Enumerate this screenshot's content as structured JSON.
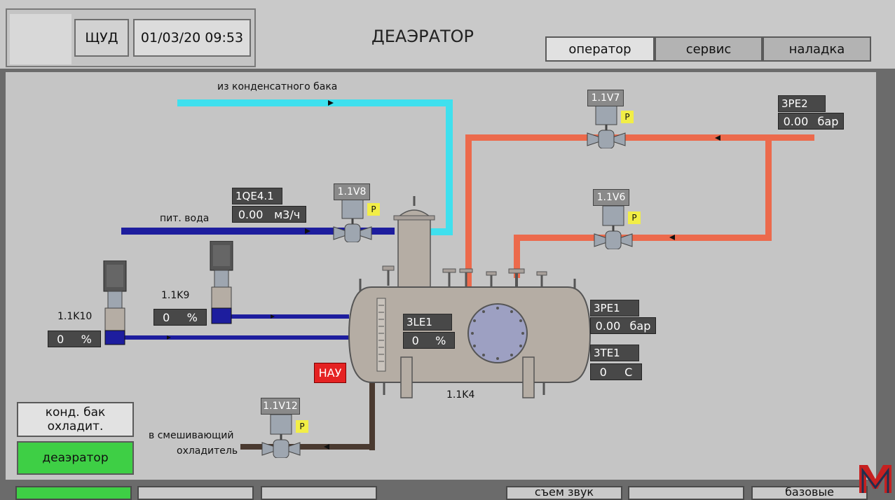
{
  "header": {
    "panel_btn": "ЩУД",
    "datetime": "01/03/20 09:53",
    "title": "ДЕАЭРАТОР",
    "tabs": [
      {
        "label": "оператор",
        "active": true
      },
      {
        "label": "сервис",
        "active": false
      },
      {
        "label": "наладка",
        "active": false
      }
    ]
  },
  "labels": {
    "condensate": "из конденсатного бака",
    "feed_water": "пит. вода",
    "mixing1": "в смешивающий",
    "mixing2": "охладитель",
    "vessel": "1.1K4",
    "pump_k9": "1.1K9",
    "pump_k10": "1.1K10"
  },
  "valves": {
    "v7": "1.1V7",
    "v6": "1.1V6",
    "v8": "1.1V8",
    "v12": "1.1V12",
    "p_badge": "P"
  },
  "instruments": {
    "qe41": {
      "tag": "1QE4.1",
      "value": "0.00",
      "unit": "м3/ч"
    },
    "pe2": {
      "tag": "3PE2",
      "value": "0.00",
      "unit": "бар"
    },
    "pe1": {
      "tag": "3PE1",
      "value": "0.00",
      "unit": "бар"
    },
    "te1": {
      "tag": "3TE1",
      "value": "0",
      "unit": "C"
    },
    "le1": {
      "tag": "3LE1",
      "value": "0",
      "unit": "%"
    },
    "k9": {
      "value": "0",
      "unit": "%"
    },
    "k10": {
      "value": "0",
      "unit": "%"
    }
  },
  "alarm": "НАУ",
  "side_buttons": {
    "cond_tank": "конд. бак охладит.",
    "deaerator": "деаэратор"
  },
  "bottom_buttons": [
    "",
    "",
    "",
    "съем звук",
    "",
    "базовые"
  ],
  "colors": {
    "cyan_pipe": "#3fe0ee",
    "steam_pipe": "#ec6a4c",
    "feed_pipe": "#1d1d9e",
    "drain_pipe": "#4a3a30",
    "active_green": "#3ecf45",
    "alarm_red": "#e52222"
  }
}
